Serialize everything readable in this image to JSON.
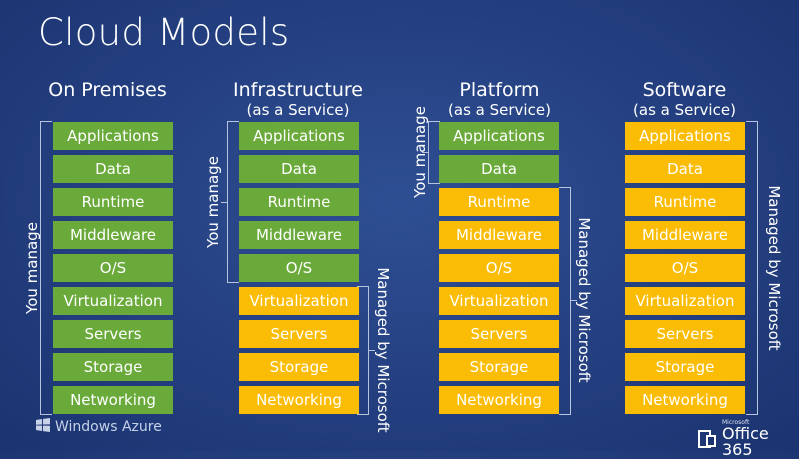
{
  "title": "Cloud Models",
  "columns": [
    {
      "heading": "On Premises",
      "subheading": "",
      "rows": [
        {
          "label": "Applications",
          "owner": "you"
        },
        {
          "label": "Data",
          "owner": "you"
        },
        {
          "label": "Runtime",
          "owner": "you"
        },
        {
          "label": "Middleware",
          "owner": "you"
        },
        {
          "label": "O/S",
          "owner": "you"
        },
        {
          "label": "Virtualization",
          "owner": "you"
        },
        {
          "label": "Servers",
          "owner": "you"
        },
        {
          "label": "Storage",
          "owner": "you"
        },
        {
          "label": "Networking",
          "owner": "you"
        }
      ],
      "you_manage_label": "You manage",
      "managed_label": ""
    },
    {
      "heading": "Infrastructure",
      "subheading": "(as a Service)",
      "rows": [
        {
          "label": "Applications",
          "owner": "you"
        },
        {
          "label": "Data",
          "owner": "you"
        },
        {
          "label": "Runtime",
          "owner": "you"
        },
        {
          "label": "Middleware",
          "owner": "you"
        },
        {
          "label": "O/S",
          "owner": "you"
        },
        {
          "label": "Virtualization",
          "owner": "provider"
        },
        {
          "label": "Servers",
          "owner": "provider"
        },
        {
          "label": "Storage",
          "owner": "provider"
        },
        {
          "label": "Networking",
          "owner": "provider"
        }
      ],
      "you_manage_label": "You manage",
      "managed_label": "Managed by Microsoft"
    },
    {
      "heading": "Platform",
      "subheading": "(as a Service)",
      "rows": [
        {
          "label": "Applications",
          "owner": "you"
        },
        {
          "label": "Data",
          "owner": "you"
        },
        {
          "label": "Runtime",
          "owner": "provider"
        },
        {
          "label": "Middleware",
          "owner": "provider"
        },
        {
          "label": "O/S",
          "owner": "provider"
        },
        {
          "label": "Virtualization",
          "owner": "provider"
        },
        {
          "label": "Servers",
          "owner": "provider"
        },
        {
          "label": "Storage",
          "owner": "provider"
        },
        {
          "label": "Networking",
          "owner": "provider"
        }
      ],
      "you_manage_label": "You manage",
      "managed_label": "Managed by Microsoft"
    },
    {
      "heading": "Software",
      "subheading": "(as a Service)",
      "rows": [
        {
          "label": "Applications",
          "owner": "provider"
        },
        {
          "label": "Data",
          "owner": "provider"
        },
        {
          "label": "Runtime",
          "owner": "provider"
        },
        {
          "label": "Middleware",
          "owner": "provider"
        },
        {
          "label": "O/S",
          "owner": "provider"
        },
        {
          "label": "Virtualization",
          "owner": "provider"
        },
        {
          "label": "Servers",
          "owner": "provider"
        },
        {
          "label": "Storage",
          "owner": "provider"
        },
        {
          "label": "Networking",
          "owner": "provider"
        }
      ],
      "you_manage_label": "",
      "managed_label": "Managed by Microsoft"
    }
  ],
  "footer": {
    "left_brand": "Windows Azure",
    "right_brand_small": "Microsoft",
    "right_brand": "Office 365"
  },
  "colors": {
    "background": "#243f80",
    "you_manage": "#6aaa3a",
    "managed_by_provider": "#fbbc05",
    "bracket": "#b7c4de"
  },
  "icons": [
    "windows-logo-icon",
    "office-logo-icon"
  ]
}
